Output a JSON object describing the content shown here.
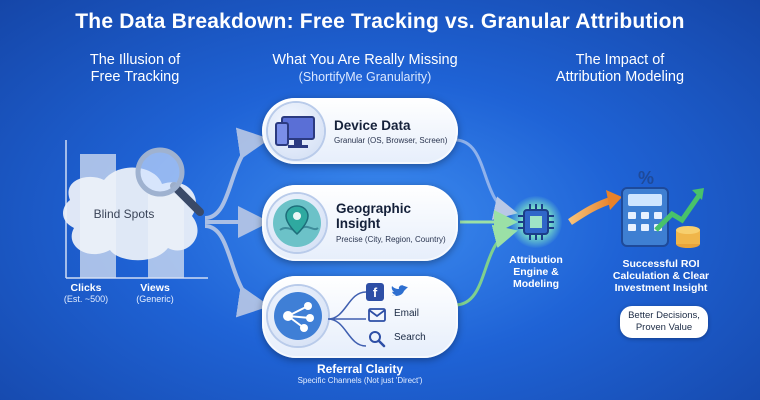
{
  "title": "The Data Breakdown: Free Tracking vs. Granular Attribution",
  "left": {
    "heading": "The Illusion of Free Tracking",
    "blind_spots": "Blind Spots",
    "clicks_label": "Clicks",
    "clicks_sub": "(Est. ~500)",
    "views_label": "Views",
    "views_sub": "(Generic)"
  },
  "middle": {
    "heading": "What You Are Really Missing",
    "subheading": "(ShortifyMe Granularity)",
    "device": {
      "title": "Device Data",
      "desc": "Granular (OS, Browser, Screen)"
    },
    "geo": {
      "title": "Geographic Insight",
      "desc": "Precise (City, Region, Country)"
    },
    "referral": {
      "email": "Email",
      "search": "Search",
      "title": "Referral Clarity",
      "desc": "Specific Channels (Not just 'Direct')"
    }
  },
  "right": {
    "heading": "The Impact of Attribution Modeling",
    "engine": "Attribution Engine & Modeling",
    "outcome": "Successful ROI Calculation & Clear Investment Insight",
    "value": "Better Decisions, Proven Value"
  },
  "colors": {
    "background": "#1f63d6",
    "accent_green": "#48c26a",
    "accent_orange": "#f29a3a",
    "panel": "#ffffff"
  }
}
